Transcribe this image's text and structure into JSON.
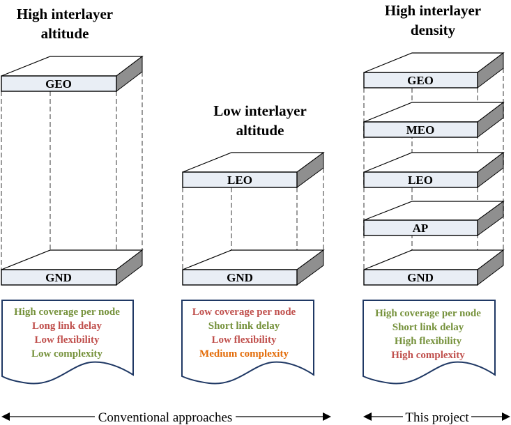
{
  "colors": {
    "positive": "#76923C",
    "negative": "#C0504D",
    "neutral": "#E36C09",
    "slab_front": "#E9EEF5",
    "slab_side": "#8F8F8F",
    "doc_border": "#1F3864"
  },
  "columns": [
    {
      "id": "high-altitude",
      "title_lines": [
        "High interlayer",
        "altitude"
      ],
      "layers": [
        "GEO",
        "GND"
      ],
      "traits": [
        {
          "text": "High coverage per node",
          "tone": "positive"
        },
        {
          "text": "Long link delay",
          "tone": "negative"
        },
        {
          "text": "Low flexibility",
          "tone": "negative"
        },
        {
          "text": "Low complexity",
          "tone": "positive"
        }
      ]
    },
    {
      "id": "low-altitude",
      "title_lines": [
        "Low interlayer",
        "altitude"
      ],
      "layers": [
        "LEO",
        "GND"
      ],
      "traits": [
        {
          "text": "Low coverage per node",
          "tone": "negative"
        },
        {
          "text": "Short link delay",
          "tone": "positive"
        },
        {
          "text": "Low flexibility",
          "tone": "negative"
        },
        {
          "text": "Medium complexity",
          "tone": "neutral"
        }
      ]
    },
    {
      "id": "high-density",
      "title_lines": [
        "High interlayer",
        "density"
      ],
      "layers": [
        "GEO",
        "MEO",
        "LEO",
        "AP",
        "GND"
      ],
      "traits": [
        {
          "text": "High coverage per node",
          "tone": "positive"
        },
        {
          "text": "Short link delay",
          "tone": "positive"
        },
        {
          "text": "High flexibility",
          "tone": "positive"
        },
        {
          "text": "High complexity",
          "tone": "negative"
        }
      ]
    }
  ],
  "arrows": [
    {
      "label": "Conventional approaches"
    },
    {
      "label": "This project"
    }
  ]
}
